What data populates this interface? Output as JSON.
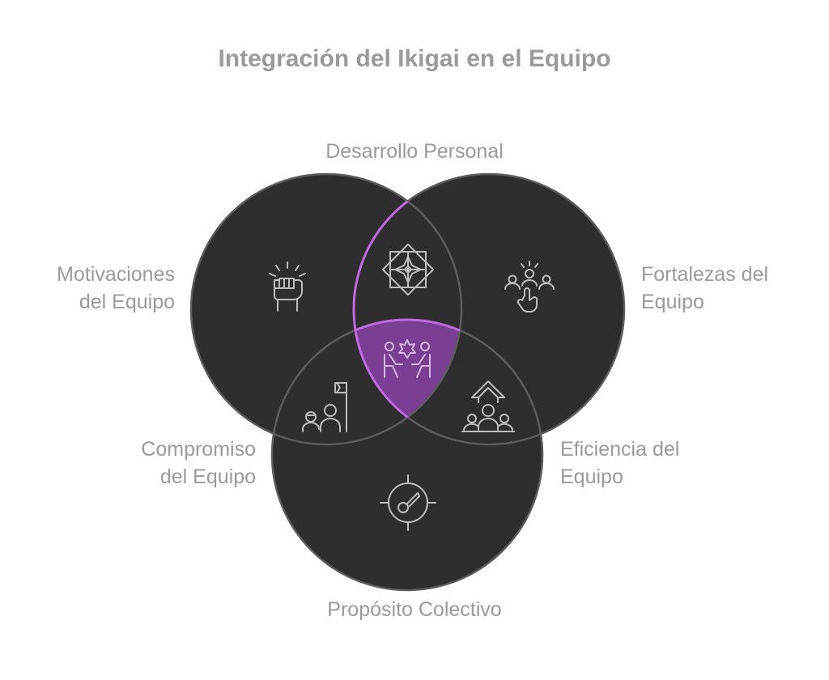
{
  "title": "Integración del Ikigai en el Equipo",
  "colors": {
    "circle_fill": "#2f2e2f",
    "circle_stroke": "#5e5d5e",
    "icon_stroke": "#bdbdbd",
    "center_fill": "#7a3f92",
    "center_stroke": "#c06ae0",
    "text": "#9a9a9a"
  },
  "circles": [
    {
      "id": "top",
      "label_lines": [
        "Desarrollo Personal"
      ],
      "icon": "compass-rose-icon"
    },
    {
      "id": "left",
      "label_lines": [
        "Motivaciones",
        "del Equipo"
      ],
      "icon": "raised-fist-icon"
    },
    {
      "id": "right",
      "label_lines": [
        "Fortalezas del",
        "Equipo"
      ],
      "icon": "team-selection-hand-icon"
    },
    {
      "id": "bottom",
      "label_lines": [
        "Propósito Colectivo"
      ],
      "icon": "target-gauge-icon"
    }
  ],
  "intersections": [
    {
      "id": "left-bottom",
      "label_lines": [
        "Compromiso",
        "del Equipo"
      ],
      "icon": "team-flag-icon"
    },
    {
      "id": "right-bottom",
      "label_lines": [
        "Eficiencia del",
        "Equipo"
      ],
      "icon": "team-growth-arrow-icon"
    },
    {
      "id": "center",
      "icon": "collaboration-icon"
    }
  ]
}
